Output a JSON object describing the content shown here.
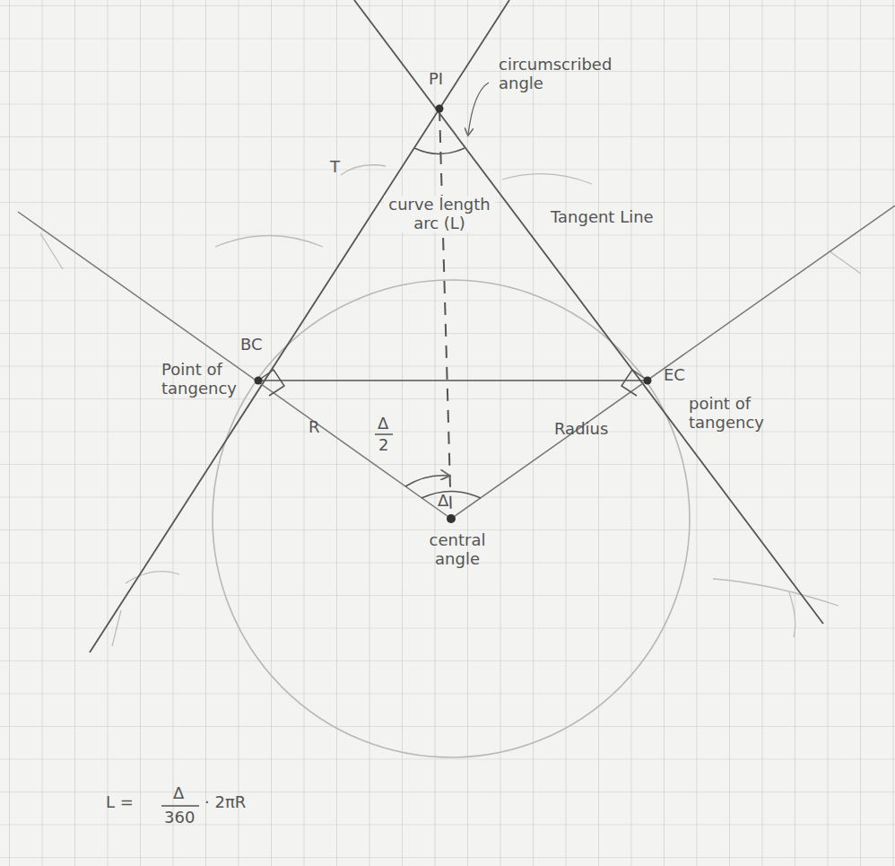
{
  "diagram": {
    "labels": [
      "PI",
      "circumscribed angle",
      "T",
      "Tangent Line",
      "curve length arc (L)",
      "BC",
      "Point of tangency",
      "EC",
      "point of tangency",
      "R",
      "Δ",
      "2",
      "Δ",
      "Radius",
      "central angle",
      "L =",
      "Δ",
      "360",
      "· 2πR"
    ]
  }
}
